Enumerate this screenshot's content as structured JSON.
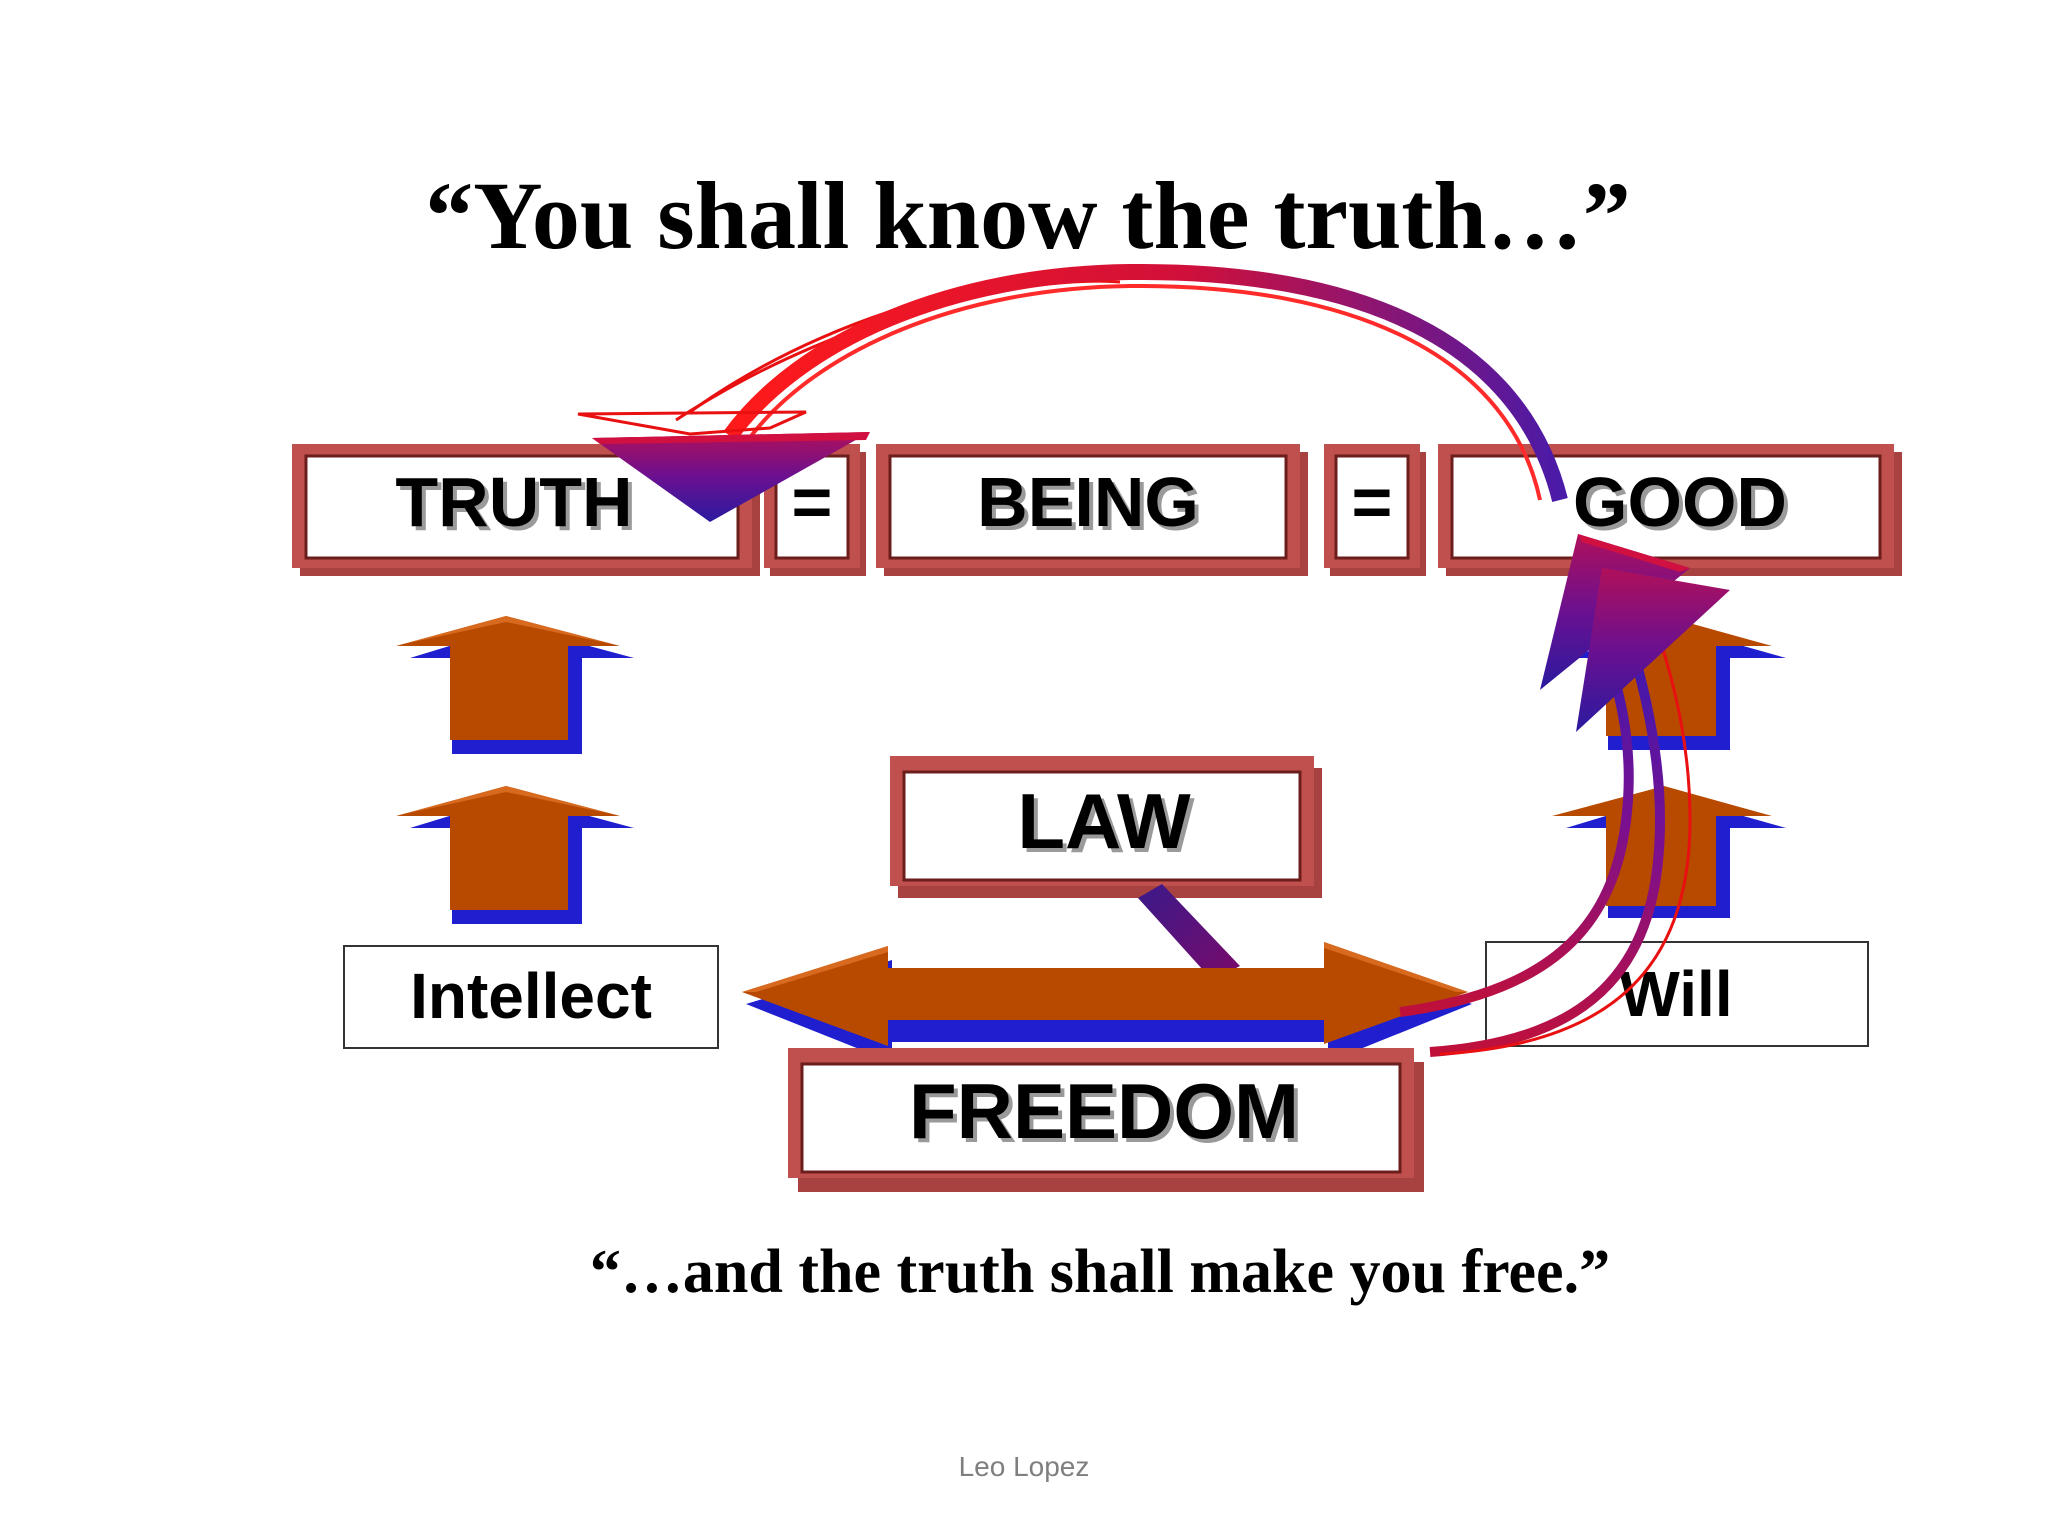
{
  "quote_top": "“You shall know the truth…”",
  "quote_bottom": "“…and the truth shall make you free.”",
  "boxes": {
    "truth": "TRUTH",
    "equals_1": "=",
    "being": "BEING",
    "equals_2": "=",
    "good": "GOOD",
    "law": "LAW",
    "freedom": "FREEDOM"
  },
  "faculties": {
    "intellect": "Intellect",
    "will": "Will"
  },
  "footer": "Leo Lopez",
  "colors": {
    "box_frame": "#c0504d",
    "box_frame_dark": "#8b2f2c",
    "block_arrow": "#b84a00",
    "block_arrow_shadow": "#1f1fd0",
    "curve_red": "#e81010",
    "curve_purple": "#5a0fa0"
  }
}
